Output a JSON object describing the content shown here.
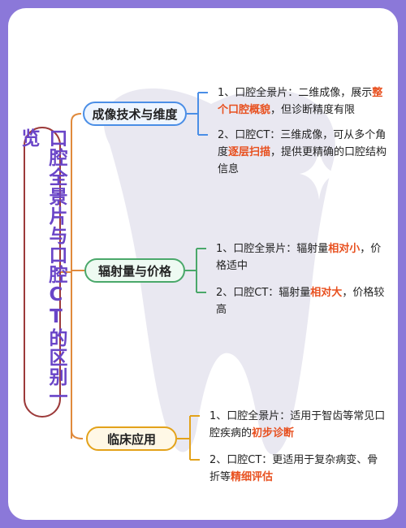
{
  "title": "口腔全景片与口腔CT的区别一览",
  "branches": [
    {
      "label": "成像技术与维度",
      "items": [
        {
          "pre": "1、口腔全景片：二维成像，展示",
          "hl": "整个口腔概貌",
          "post": "，但诊断精度有限"
        },
        {
          "pre": "2、口腔CT：三维成像，可从多个角度",
          "hl": "逐层扫描",
          "post": "，提供更精确的口腔结构信息"
        }
      ]
    },
    {
      "label": "辐射量与价格",
      "items": [
        {
          "pre": "1、口腔全景片：辐射量",
          "hl": "相对小",
          "post": "，价格适中"
        },
        {
          "pre": "2、口腔CT：辐射量",
          "hl": "相对大",
          "post": "，价格较高"
        }
      ]
    },
    {
      "label": "临床应用",
      "items": [
        {
          "pre": "1、口腔全景片：适用于智齿等常见口腔疾病的",
          "hl": "初步诊断",
          "post": ""
        },
        {
          "pre": "2、口腔CT：更适用于复杂病变、骨折等",
          "hl": "精细评估",
          "post": ""
        }
      ]
    }
  ],
  "colors": {
    "background": "#8b78d9",
    "tooth": "#e9e8f1",
    "title_text": "#6a45c8",
    "title_border": "#9c3a3a",
    "trunk_line": "#e08a3c",
    "branch1": "#4a8ee6",
    "branch2": "#4aa86a",
    "branch3": "#e3a21a",
    "highlight": "#e8501f"
  }
}
